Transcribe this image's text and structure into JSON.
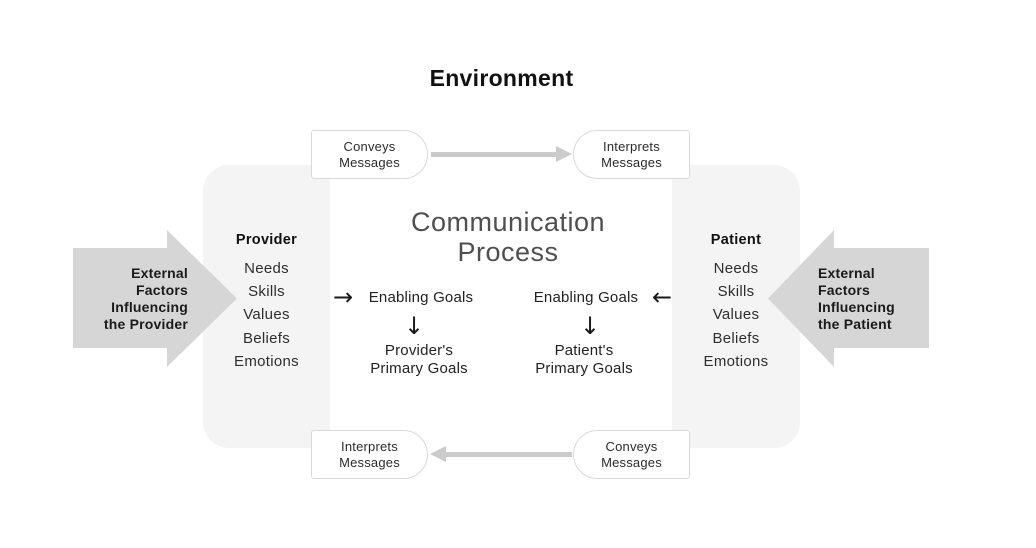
{
  "title": "Environment",
  "center": {
    "heading_lines": [
      "Communication",
      "Process"
    ]
  },
  "panels": {
    "provider": {
      "heading": "Provider",
      "items": [
        "Needs",
        "Skills",
        "Values",
        "Beliefs",
        "Emotions"
      ]
    },
    "patient": {
      "heading": "Patient",
      "items": [
        "Needs",
        "Skills",
        "Values",
        "Beliefs",
        "Emotions"
      ]
    }
  },
  "external_factors": {
    "left": {
      "lines": [
        "External",
        "Factors",
        "Influencing",
        "the Provider"
      ]
    },
    "right": {
      "lines": [
        "External",
        "Factors",
        "Influencing",
        "the Patient"
      ]
    }
  },
  "message_boxes": {
    "top_left": [
      "Conveys",
      "Messages"
    ],
    "top_right": [
      "Interprets",
      "Messages"
    ],
    "bottom_left": [
      "Interprets",
      "Messages"
    ],
    "bottom_right": [
      "Conveys",
      "Messages"
    ]
  },
  "goals": {
    "left": {
      "enabling": "Enabling Goals",
      "primary_lines": [
        "Provider's",
        "Primary Goals"
      ]
    },
    "right": {
      "enabling": "Enabling Goals",
      "primary_lines": [
        "Patient's",
        "Primary Goals"
      ]
    }
  },
  "glyphs": {
    "arrow_right": "→",
    "arrow_left": "←",
    "arrow_down": "↓"
  },
  "colors": {
    "panel_bg": "#f4f4f4",
    "external_arrow_fill": "#d6d6d6",
    "flow_arrow": "#cbcbcb",
    "box_border": "#d9d9d9",
    "center_heading_text": "#4f4f4f",
    "heading_text": "#111111",
    "body_text": "#2b2b2b"
  }
}
